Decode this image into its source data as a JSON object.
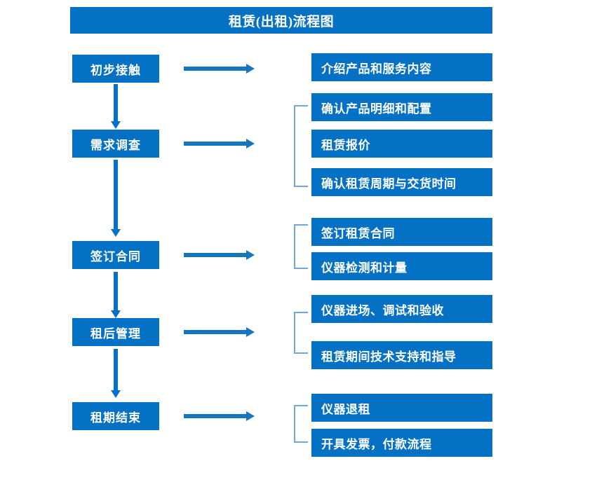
{
  "chart_data": {
    "type": "diagram",
    "diagram_kind": "flowchart",
    "title": "租赁(出租)流程图",
    "orientation": "vertical-stages-with-right-details",
    "accent_color": "#0571C4",
    "bracket_color": "#6FA8D6",
    "text_color": "#FFFFFF",
    "background_color": "#FFFFFF",
    "stages": [
      {
        "index": 1,
        "label": "初步接触",
        "details": [
          "介绍产品和服务内容"
        ],
        "bracketed": false
      },
      {
        "index": 2,
        "label": "需求调查",
        "details": [
          "确认产品明细和配置",
          "租赁报价",
          "确认租赁周期与交货时间"
        ],
        "bracketed": true
      },
      {
        "index": 3,
        "label": "签订合同",
        "details": [
          "签订租赁合同",
          "仪器检测和计量"
        ],
        "bracketed": true
      },
      {
        "index": 4,
        "label": "租后管理",
        "details": [
          "仪器进场、调试和验收",
          "租赁期间技术支持和指导"
        ],
        "bracketed": true
      },
      {
        "index": 5,
        "label": "租期结束",
        "details": [
          "仪器退租",
          "开具发票，付款流程"
        ],
        "bracketed": true
      }
    ]
  },
  "header": {
    "title": "租赁(出租)流程图"
  },
  "stages": [
    {
      "label": "初步接触"
    },
    {
      "label": "需求调查"
    },
    {
      "label": "签订合同"
    },
    {
      "label": "租后管理"
    },
    {
      "label": "租期结束"
    }
  ],
  "details": [
    {
      "label": "介绍产品和服务内容"
    },
    {
      "label": "确认产品明细和配置"
    },
    {
      "label": "租赁报价"
    },
    {
      "label": "确认租赁周期与交货时间"
    },
    {
      "label": "签订租赁合同"
    },
    {
      "label": "仪器检测和计量"
    },
    {
      "label": "仪器进场、调试和验收"
    },
    {
      "label": "租赁期间技术支持和指导"
    },
    {
      "label": "仪器退租"
    },
    {
      "label": "开具发票，付款流程"
    }
  ]
}
